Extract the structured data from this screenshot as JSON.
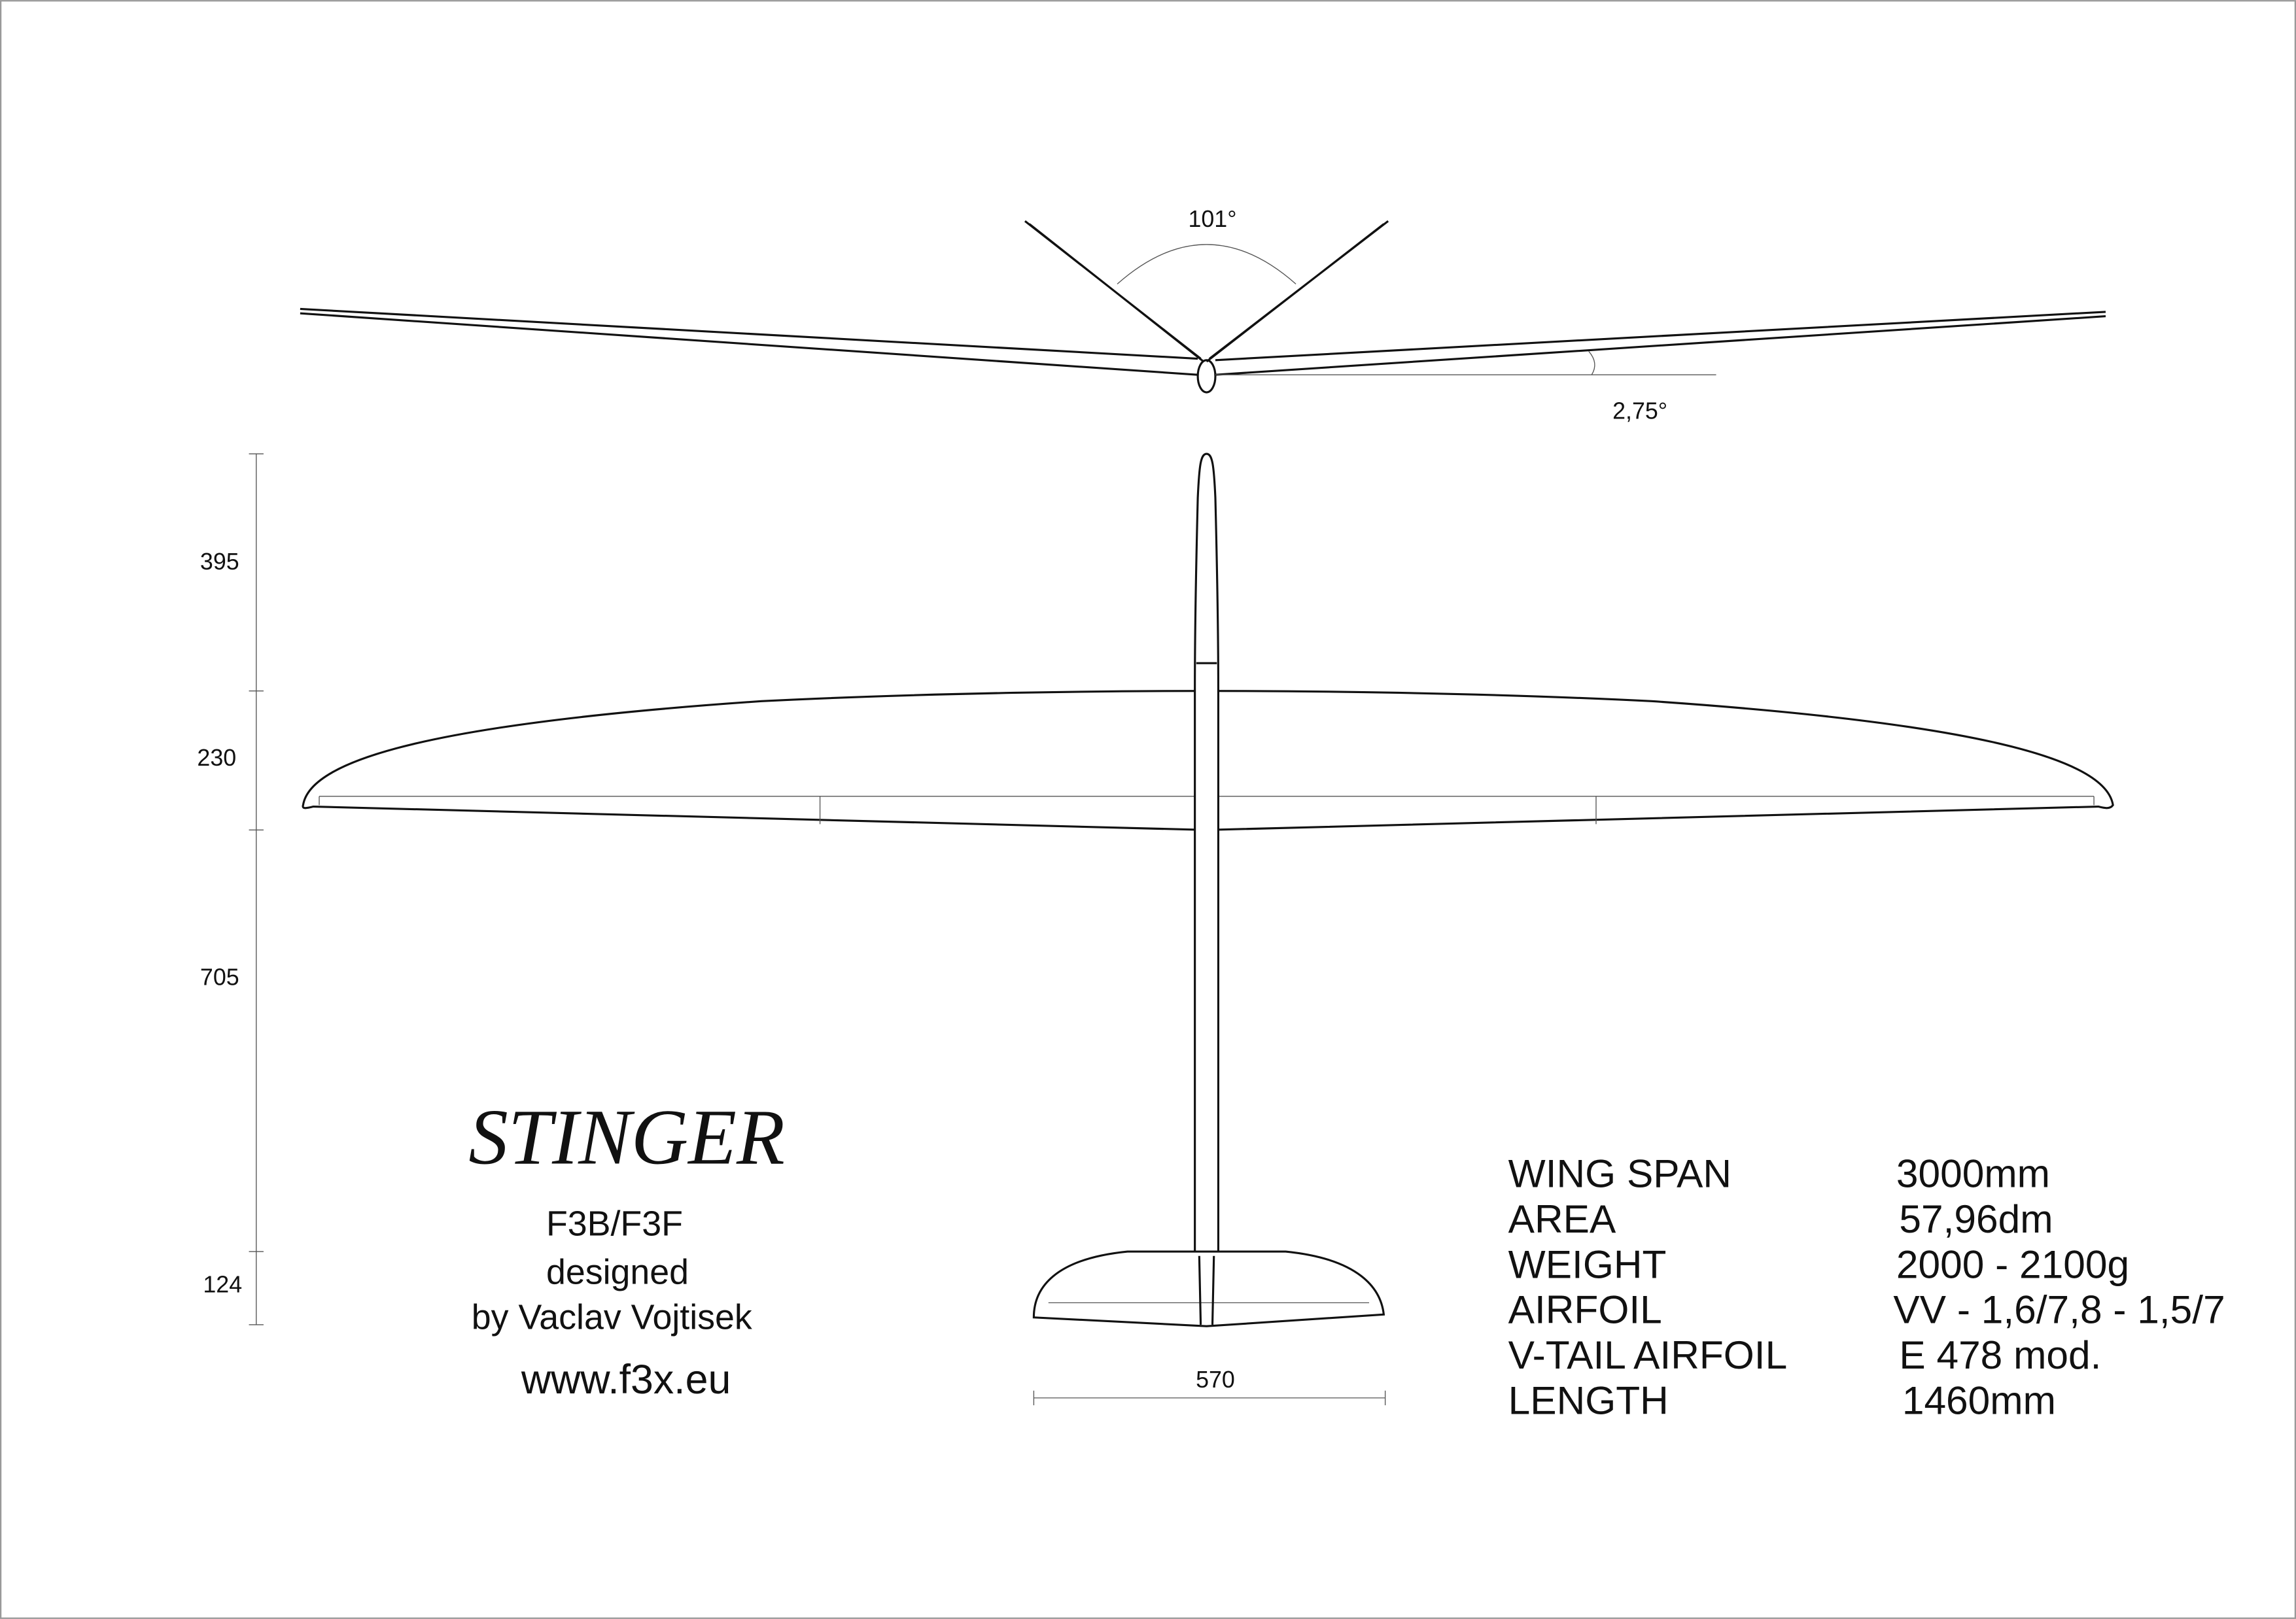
{
  "front_view": {
    "dihedral_label": "2,75°",
    "vtail_angle_label": "101°"
  },
  "dimensions": {
    "vertical": [
      "395",
      "230",
      "705",
      "124"
    ],
    "tail_span": "570"
  },
  "title": {
    "name": "STINGER",
    "class": "F3B/F3F",
    "designed": "designed",
    "designer": "by Vaclav Vojtisek",
    "website": "www.f3x.eu"
  },
  "specs": [
    {
      "label": "WING SPAN",
      "value": "3000mm"
    },
    {
      "label": "AREA",
      "value": "57,96dm"
    },
    {
      "label": "WEIGHT",
      "value": "2000 - 2100g"
    },
    {
      "label": "AIRFOIL",
      "value": "VV - 1,6/7,8 - 1,5/7"
    },
    {
      "label": "V-TAIL AIRFOIL",
      "value": "E 478 mod."
    },
    {
      "label": "LENGTH",
      "value": "1460mm"
    }
  ]
}
